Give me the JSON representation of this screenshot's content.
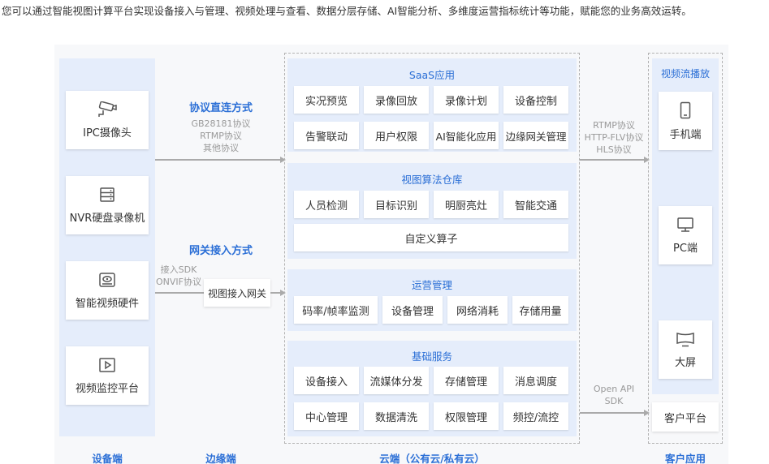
{
  "intro": "您可以通过智能视图计算平台实现设备接入与管理、视频处理与查看、数据分层存储、AI智能分析、多维度运营指标统计等功能，赋能您的业务高效运转。",
  "devices": [
    {
      "label": "IPC摄像头",
      "icon": "cctv-camera-icon"
    },
    {
      "label": "NVR硬盘录像机",
      "icon": "nvr-recorder-icon"
    },
    {
      "label": "智能视频硬件",
      "icon": "smart-hardware-icon"
    },
    {
      "label": "视频监控平台",
      "icon": "video-play-icon"
    }
  ],
  "edge": {
    "protocol_title": "协议直连方式",
    "protocol_lines": [
      "GB28181协议",
      "RTMP协议",
      "其他协议"
    ],
    "gateway_title": "网关接入方式",
    "gateway_lines": [
      "接入SDK",
      "ONVIF协议"
    ],
    "gateway_box": "视图接入网关"
  },
  "cloud": {
    "saas": {
      "title": "SaaS应用",
      "items": [
        "实况预览",
        "录像回放",
        "录像计划",
        "设备控制",
        "告警联动",
        "用户权限",
        "AI智能化应用",
        "边缘网关管理"
      ]
    },
    "algo": {
      "title": "视图算法仓库",
      "items": [
        "人员检测",
        "目标识别",
        "明厨亮灶",
        "智能交通"
      ],
      "wide": "自定义算子"
    },
    "ops": {
      "title": "运营管理",
      "items": [
        "码率/帧率监测",
        "设备管理",
        "网络消耗",
        "存储用量"
      ]
    },
    "base": {
      "title": "基础服务",
      "items": [
        "设备接入",
        "流媒体分发",
        "存储管理",
        "消息调度",
        "中心管理",
        "数据清洗",
        "权限管理",
        "频控/流控"
      ]
    }
  },
  "stream_protocols": [
    "RTMP协议",
    "HTTP-FLV协议",
    "HLS协议"
  ],
  "api_lines": [
    "Open API",
    "SDK"
  ],
  "clients": {
    "title": "视频流播放",
    "items": [
      {
        "label": "手机端",
        "icon": "mobile-phone-icon"
      },
      {
        "label": "PC端",
        "icon": "pc-monitor-icon"
      },
      {
        "label": "大屏",
        "icon": "big-screen-icon"
      }
    ],
    "platform": "客户平台"
  },
  "footers": [
    "设备端",
    "边缘端",
    "云端（公有云/私有云）",
    "客户应用"
  ],
  "colors": {
    "accent": "#2b6fd6",
    "panel": "#e5edfb",
    "stage": "#f7f8fa"
  }
}
